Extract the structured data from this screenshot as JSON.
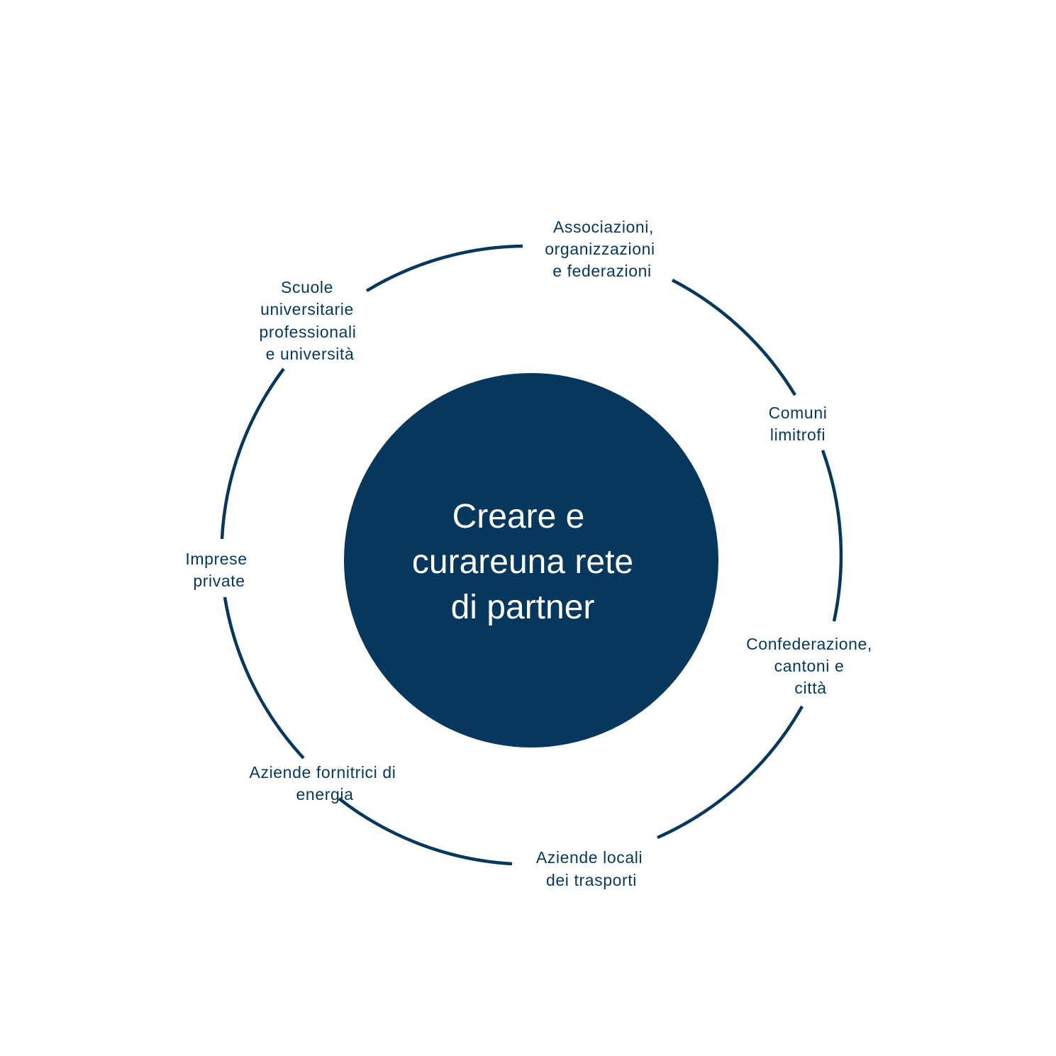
{
  "colors": {
    "primary": "#05385c",
    "background": "#ffffff",
    "center_text": "#ffffff"
  },
  "center": {
    "lines": [
      "Creare e",
      "curareuna rete",
      "di partner"
    ]
  },
  "partners": [
    {
      "id": "associazioni",
      "lines": [
        "Associazioni,",
        "organizzazioni",
        "e federazioni"
      ]
    },
    {
      "id": "comuni",
      "lines": [
        "Comuni",
        "limitrofi"
      ]
    },
    {
      "id": "confederazione",
      "lines": [
        "Confederazione,",
        "cantoni e",
        "città"
      ]
    },
    {
      "id": "trasporti",
      "lines": [
        "Aziende locali",
        "dei trasporti"
      ]
    },
    {
      "id": "energia",
      "lines": [
        "Aziende fornitrici di",
        "energia"
      ]
    },
    {
      "id": "imprese",
      "lines": [
        "Imprese",
        "private"
      ]
    },
    {
      "id": "scuole",
      "lines": [
        "Scuole",
        "universitarie",
        "professionali",
        "e università"
      ]
    }
  ]
}
